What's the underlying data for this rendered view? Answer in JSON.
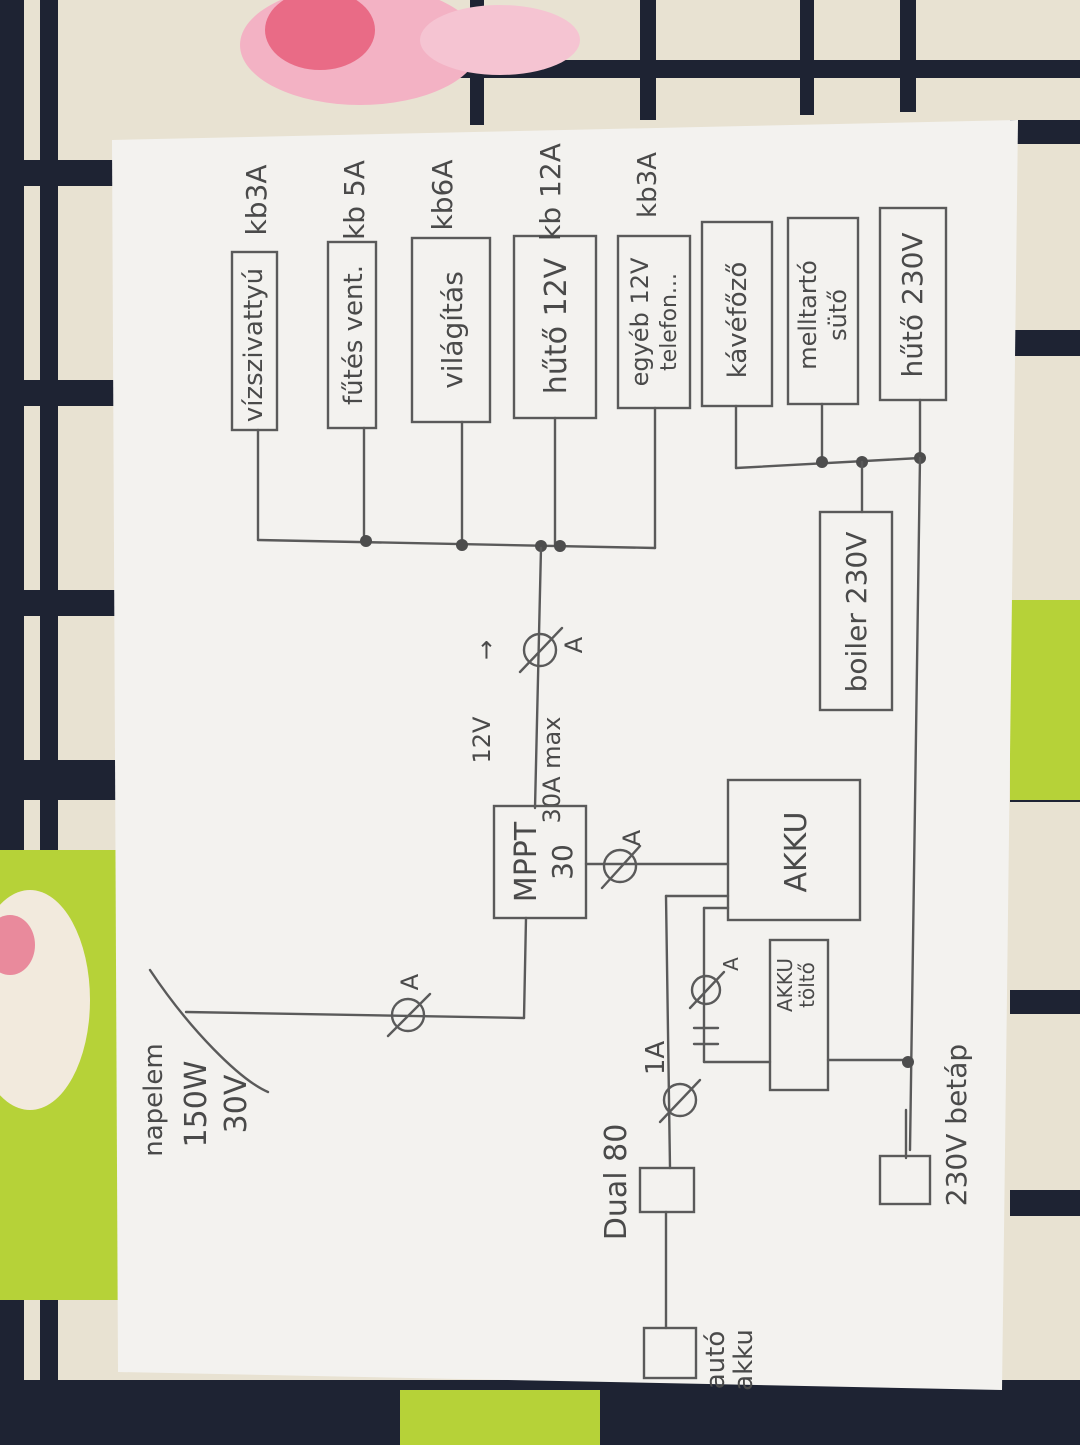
{
  "loads_12v": [
    {
      "label": "vízszivattyú",
      "fuse": "kb3A"
    },
    {
      "label": "fűtés vent.",
      "fuse": "kb 5A"
    },
    {
      "label": "világítás",
      "fuse": "kb6A"
    },
    {
      "label": "hűtő 12V",
      "fuse": "kb 12A"
    },
    {
      "label": "egyéb 12V",
      "sublabel": "telefon...",
      "fuse": "kb3A"
    }
  ],
  "loads_230v": [
    {
      "label": "kávéfőző"
    },
    {
      "label": "melltartó",
      "sublabel": "sütő"
    },
    {
      "label": "hűtő 230V"
    }
  ],
  "boiler": {
    "label": "boiler 230V"
  },
  "mppt": {
    "label": "MPPT",
    "sublabel": "30"
  },
  "bus": {
    "voltage": "12V",
    "max_current": "30A max"
  },
  "akku": {
    "label": "AKKU"
  },
  "charger": {
    "label": "AKKU",
    "sublabel": "töltő"
  },
  "panel": {
    "label": "napelem",
    "power": "150W",
    "voltage": "30V"
  },
  "dual": {
    "label": "Dual 80",
    "current": "1A"
  },
  "car_battery": {
    "label": "autó",
    "sublabel": "akku"
  },
  "shore_power": {
    "label": "230V betáp"
  },
  "meter": {
    "symbol": "A"
  }
}
